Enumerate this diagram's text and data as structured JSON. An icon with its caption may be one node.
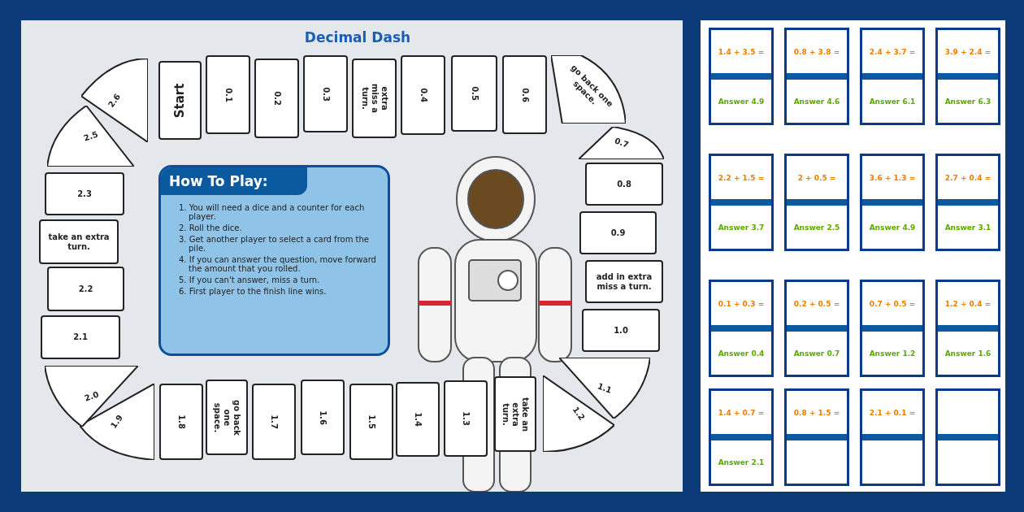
{
  "diagram": {
    "title": "Decimal Dash",
    "nodes": [
      {
        "text": [
          "Start"
        ]
      },
      {
        "text": [
          "0.1"
        ]
      },
      {
        "text": [
          "0.2"
        ]
      },
      {
        "text": [
          "0.3"
        ]
      },
      {
        "text": [
          "extra miss a turn."
        ]
      },
      {
        "text": [
          "0.4"
        ]
      },
      {
        "text": [
          "0.5"
        ]
      },
      {
        "text": [
          "0.6"
        ]
      },
      {
        "text": [
          "go back one space."
        ]
      },
      {
        "text": [
          "0.7"
        ]
      },
      {
        "text": [
          "0.8"
        ]
      },
      {
        "text": [
          "0.9"
        ]
      },
      {
        "text": [
          "add in extra miss a turn."
        ]
      },
      {
        "text": [
          "1.0"
        ]
      },
      {
        "text": [
          "1.1"
        ]
      },
      {
        "text": [
          "1.2"
        ]
      },
      {
        "text": [
          "take an extra turn."
        ]
      },
      {
        "text": [
          "1.3"
        ]
      },
      {
        "text": [
          "1.4"
        ]
      },
      {
        "text": [
          "1.5"
        ]
      },
      {
        "text": [
          "1.6"
        ]
      },
      {
        "text": [
          "1.7"
        ]
      },
      {
        "text": [
          "go back one space."
        ]
      },
      {
        "text": [
          "1.8"
        ]
      },
      {
        "text": [
          "1.9"
        ]
      },
      {
        "text": [
          "2.0"
        ]
      },
      {
        "text": [
          "2.1"
        ]
      },
      {
        "text": [
          "2.2"
        ]
      },
      {
        "text": [
          "take an extra turn."
        ]
      },
      {
        "text": [
          "2.3"
        ]
      },
      {
        "text": [
          "2.5"
        ]
      },
      {
        "text": [
          "2.6"
        ]
      },
      {
        "text": [
          "How To Play:",
          "1. You will need a dice and a counter for each player.",
          "2. Roll the dice.",
          "3. Get another player to select a card from the pile.",
          "4. If you can answer the question, move forward the amount that you rolled.",
          "5. If you can't answer, miss a turn.",
          "6. First player to the finish line wins."
        ]
      },
      {
        "text": [
          "1.4 + 3.5 =",
          "Answer 4.9"
        ]
      },
      {
        "text": [
          "0.8 + 3.8 =",
          "Answer 4.6"
        ]
      },
      {
        "text": [
          "2.4 + 3.7 =",
          "Answer 6.1"
        ]
      },
      {
        "text": [
          "3.9 + 2.4 =",
          "Answer 6.3"
        ]
      },
      {
        "text": [
          "2.2 + 1.5 =",
          "Answer 3.7"
        ]
      },
      {
        "text": [
          "2 + 0.5 =",
          "Answer 2.5"
        ]
      },
      {
        "text": [
          "3.6 + 1.3 =",
          "Answer 4.9"
        ]
      },
      {
        "text": [
          "2.7 + 0.4 =",
          "Answer 3.1"
        ]
      },
      {
        "text": [
          "0.1 + 0.3 =",
          "Answer 0.4"
        ]
      },
      {
        "text": [
          "0.2 + 0.5 =",
          "Answer 0.7"
        ]
      },
      {
        "text": [
          "0.7 + 0.5 =",
          "Answer 1.2"
        ]
      },
      {
        "text": [
          "1.2 + 0.4 =",
          "Answer 1.6"
        ]
      },
      {
        "text": [
          "1.4 + 0.7 =",
          "Answer 2.1"
        ]
      },
      {
        "text": [
          "0.8 + 1.5 ="
        ]
      },
      {
        "text": [
          "2.1 + 0.1 ="
        ]
      },
      {
        "text": [],
        "shape": "box"
      }
    ]
  }
}
